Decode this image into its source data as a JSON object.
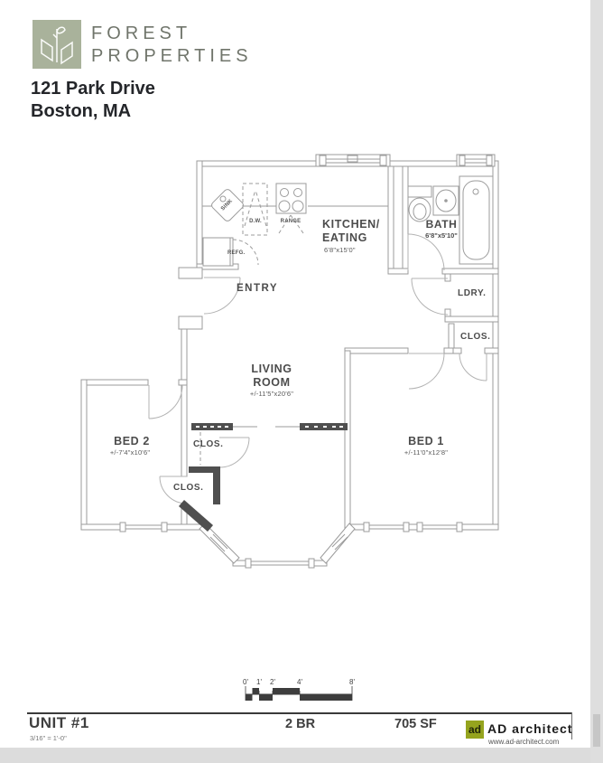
{
  "header": {
    "brand_line1": "FOREST",
    "brand_line2": "PROPERTIES",
    "address_line1": "121 Park Drive",
    "address_line2": "Boston, MA"
  },
  "plan": {
    "kitchen_label1": "KITCHEN/",
    "kitchen_label2": "EATING",
    "kitchen_dims": "6'8\"x15'0\"",
    "bath_label": "BATH",
    "bath_dims": "6'8\"x5'10\"",
    "entry_label": "ENTRY",
    "laundry_label": "LDRY.",
    "closet_bed1_label": "CLOS.",
    "living_label1": "LIVING",
    "living_label2": "ROOM",
    "living_dims": "+/-11'5\"x20'6\"",
    "bed1_label": "BED 1",
    "bed1_dims": "+/-11'0\"x12'8\"",
    "bed2_label": "BED 2",
    "bed2_dims": "+/-7'4\"x10'6\"",
    "closet_a_label": "CLOS.",
    "closet_b_label": "CLOS.",
    "fixtures": {
      "sink": "SINK",
      "dishwasher": "D.W.",
      "range": "RANGE",
      "refrigerator": "REFG."
    },
    "scale_ticks": [
      "0'",
      "1'",
      "2'",
      "4'",
      "8'"
    ]
  },
  "footer": {
    "unit_label": "UNIT #1",
    "scale_note": "3/16\" = 1'-0\"",
    "bedroom_count": "2 BR",
    "area": "705 SF",
    "architect_abbr": "ad",
    "architect_name": "AD architect",
    "architect_site": "www.ad-architect.com"
  },
  "colors": {
    "brand_green": "#a9b29b",
    "architect_green": "#95a41e",
    "wall_gray": "#9b9b9b",
    "accent_dark": "#4f4f4f"
  }
}
